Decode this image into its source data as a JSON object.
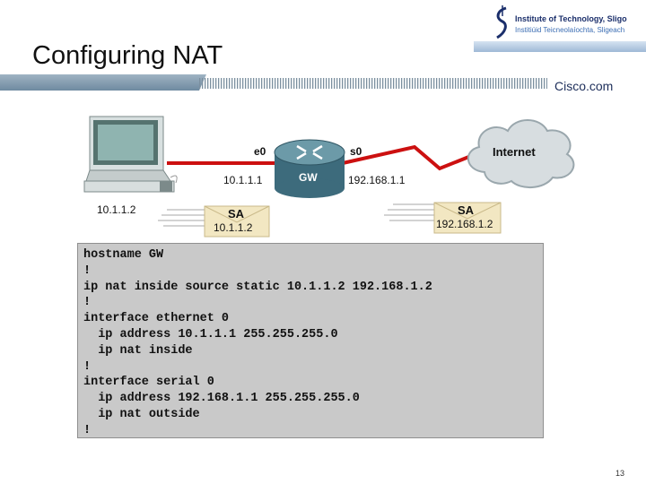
{
  "slide": {
    "title": "Configuring NAT",
    "page_number": "13"
  },
  "header": {
    "institute_line1": "Institute of Technology, Sligo",
    "institute_line2": "Institiúid Teicneolaíochta, Sligeach",
    "brand": "Cisco.com"
  },
  "diagram": {
    "router_name": "GW",
    "inside_interface": "e0",
    "outside_interface": "s0",
    "inside_ip": "10.1.1.1",
    "outside_ip": "192.168.1.1",
    "host_ip": "10.1.1.2",
    "cloud_label": "Internet",
    "packet_inside": {
      "label": "SA",
      "address": "10.1.1.2"
    },
    "packet_outside": {
      "label": "SA",
      "address": "192.168.1.2"
    }
  },
  "config_lines": [
    "hostname GW",
    "!",
    "ip nat inside source static 10.1.1.2 192.168.1.2",
    "!",
    "interface ethernet 0",
    "  ip address 10.1.1.1 255.255.255.0",
    "  ip nat inside",
    "!",
    "interface serial 0",
    "  ip address 192.168.1.1 255.255.255.0",
    "  ip nat outside",
    "!"
  ]
}
